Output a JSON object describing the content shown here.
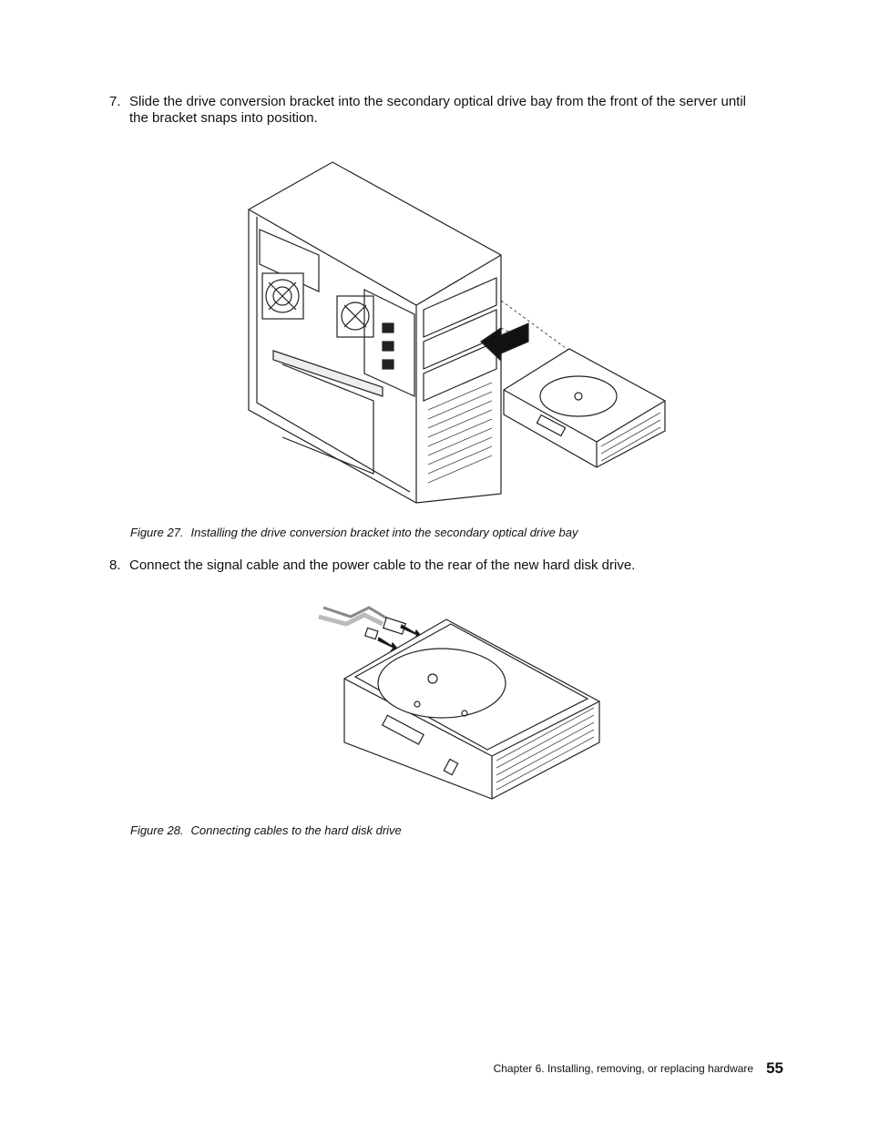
{
  "steps": [
    {
      "number": "7.",
      "text": "Slide the drive conversion bracket into the secondary optical drive bay from the front of the server until the bracket snaps into position."
    },
    {
      "number": "8.",
      "text": "Connect the signal cable and the power cable to the rear of the new hard disk drive."
    }
  ],
  "figures": [
    {
      "label": "Figure 27.",
      "caption": "Installing the drive conversion bracket into the secondary optical drive bay"
    },
    {
      "label": "Figure 28.",
      "caption": "Connecting cables to the hard disk drive"
    }
  ],
  "footer": {
    "chapter": "Chapter 6. Installing, removing, or replacing hardware",
    "page": "55"
  }
}
